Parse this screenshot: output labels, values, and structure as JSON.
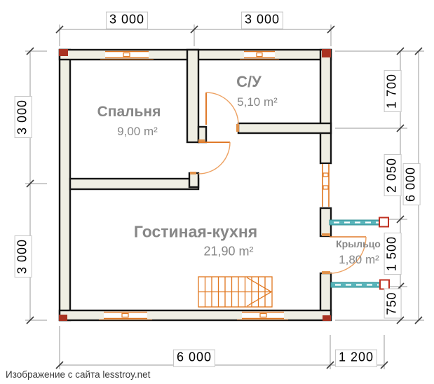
{
  "rooms": [
    {
      "name": "Спальня",
      "area": "9,00 m²"
    },
    {
      "name": "С/У",
      "area": "5,10 m²"
    },
    {
      "name": "Гостиная-кухня",
      "area": "21,90 m²"
    },
    {
      "name": "Крыльцо",
      "area": "1,80 m²"
    }
  ],
  "dimensions": {
    "top": [
      "3 000",
      "3 000"
    ],
    "left": [
      "3 000",
      "3 000"
    ],
    "right": [
      "1 700",
      "2 050",
      "1 500",
      "750"
    ],
    "right_total": "6 000",
    "bottom": "6 000",
    "bottom_right": "1 200"
  },
  "footer": "Изображение с сайта lesstroy.net",
  "colors": {
    "wall_fill": "#efeee3",
    "wall_outline": "#151515",
    "window_frame": "#e0761e",
    "door_swing": "#eda263",
    "stairs": "#e0761e",
    "railing": "#58b4ba",
    "corner_marker": "#a93322",
    "dimension_line": "#9a9a9a",
    "room_label": "#878787"
  }
}
